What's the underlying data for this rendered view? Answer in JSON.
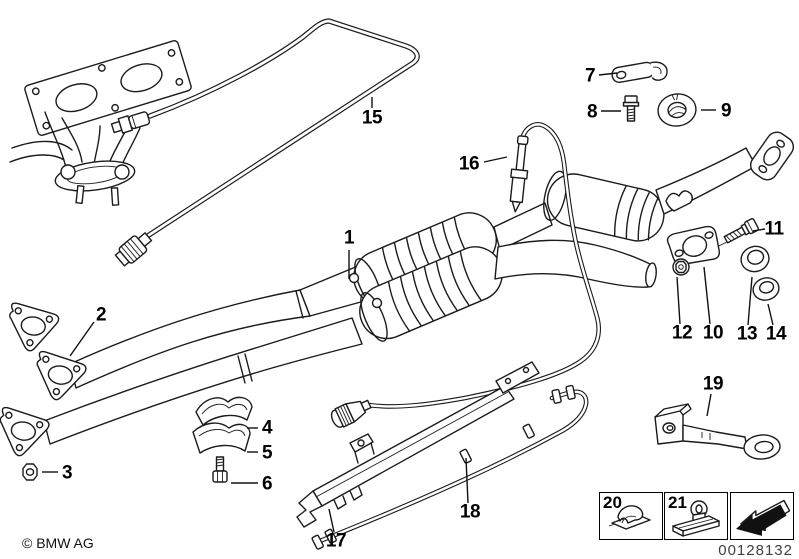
{
  "meta": {
    "copyright": "© BMW AG",
    "diagram_number": "00128132"
  },
  "callouts": {
    "n1": "1",
    "n2": "2",
    "n3": "3",
    "n4": "4",
    "n5": "5",
    "n6": "6",
    "n7": "7",
    "n8": "8",
    "n9": "9",
    "n10": "10",
    "n11": "11",
    "n12": "12",
    "n13": "13",
    "n14": "14",
    "n15": "15",
    "n16": "16",
    "n17": "17",
    "n18": "18",
    "n19": "19"
  },
  "legend": {
    "box20_label": "20",
    "box21_label": "21"
  },
  "icons": {
    "legend_arrow": "direction-arrow-icon",
    "box20_art": "spring-clip-icon",
    "box21_art": "channel-bracket-icon"
  }
}
